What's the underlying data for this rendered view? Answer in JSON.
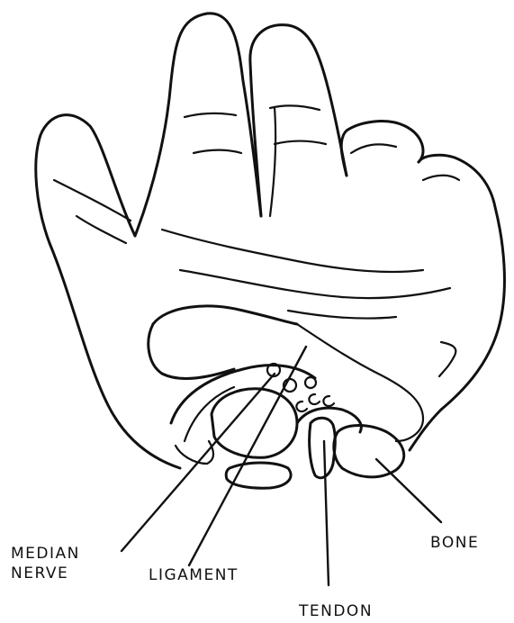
{
  "labels": {
    "median_nerve": "MEDIAN\nNERVE",
    "ligament": "LIGAMENT",
    "tendon": "TENDON",
    "bone": "BONE"
  },
  "colors": {
    "ink": "#111111",
    "paper": "#ffffff"
  }
}
